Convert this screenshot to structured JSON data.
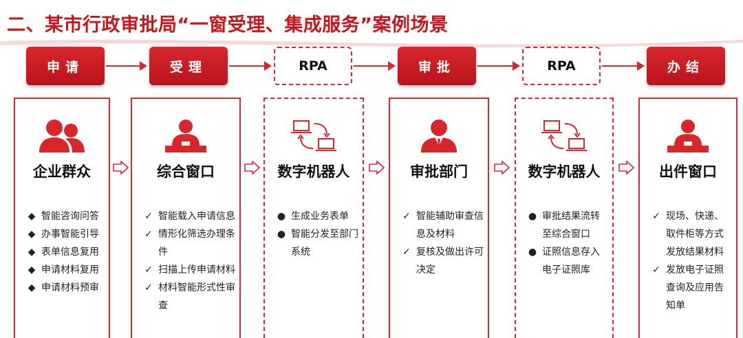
{
  "title": "二、某市行政审批局“一窗受理、集成服务”案例场景",
  "colors": {
    "accent": "#d9262d",
    "text": "#111111"
  },
  "stages": [
    {
      "label": "申请",
      "style": "solid"
    },
    {
      "label": "受理",
      "style": "solid"
    },
    {
      "label": "RPA",
      "style": "dashed"
    },
    {
      "label": "审批",
      "style": "solid"
    },
    {
      "label": "RPA",
      "style": "dashed"
    },
    {
      "label": "办结",
      "style": "solid"
    }
  ],
  "cards": [
    {
      "title": "企业群众",
      "icon": "users-icon",
      "marker": "◆",
      "items": [
        "智能咨询问答",
        "办事智能引导",
        "表单信息复用",
        "申请材料复用",
        "申请材料预审"
      ]
    },
    {
      "title": "综合窗口",
      "icon": "clerk-desk-icon",
      "marker": "✓",
      "items": [
        "智能载入申请信息",
        "情形化筛选办理条件",
        "扫描上传申请材料",
        "材料智能形式性审查"
      ]
    },
    {
      "title": "数字机器人",
      "icon": "computers-exchange-icon",
      "marker": "●",
      "items": [
        "生成业务表单",
        "智能分发至部门系统"
      ]
    },
    {
      "title": "审批部门",
      "icon": "official-icon",
      "marker": "✓",
      "items": [
        "智能辅助审查信息及材料",
        "复核及做出许可决定"
      ]
    },
    {
      "title": "数字机器人",
      "icon": "computers-exchange-icon",
      "marker": "●",
      "items": [
        "审批结果流转至综合窗口",
        "证照信息存入电子证照库"
      ]
    },
    {
      "title": "出件窗口",
      "icon": "clerk-desk-icon",
      "marker": "✓",
      "items": [
        "现场、快递、取件柜等方式发放结果材料",
        "发放电子证照查询及应用告知单"
      ]
    }
  ]
}
